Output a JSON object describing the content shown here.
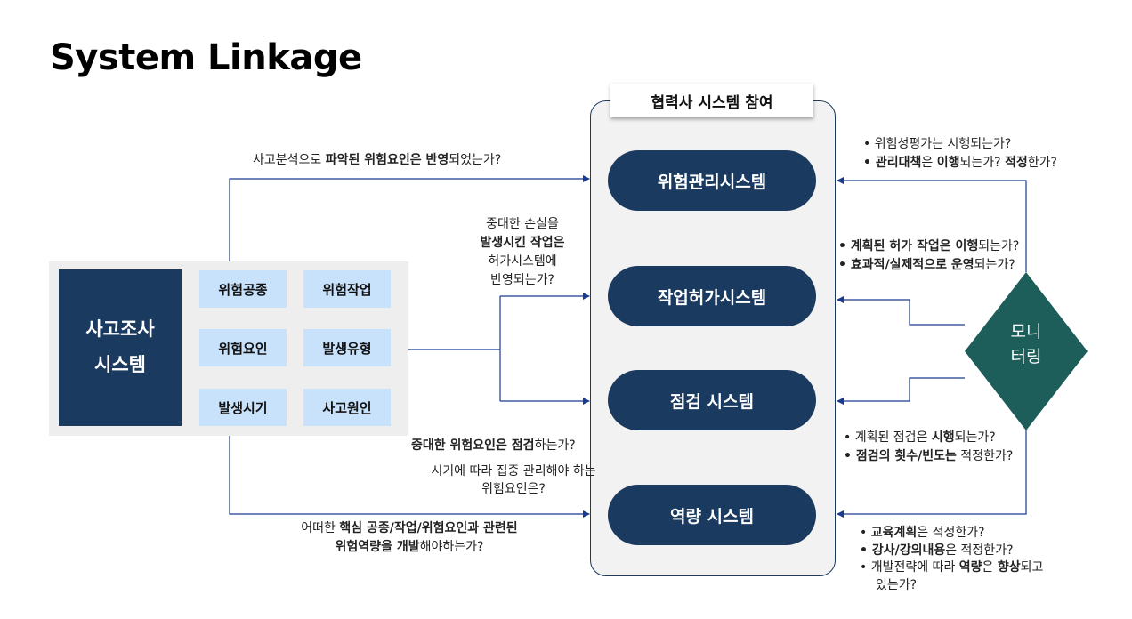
{
  "title": "System Linkage",
  "left_panel": {
    "system_line1": "사고조사",
    "system_line2": "시스템",
    "factors": [
      "위험공종",
      "위험작업",
      "위험요인",
      "발생유형",
      "발생시기",
      "사고원인"
    ]
  },
  "center_panel": {
    "label": "협력사 시스템 참여",
    "systems": [
      "위험관리시스템",
      "작업허가시스템",
      "점검 시스템",
      "역량 시스템"
    ]
  },
  "monitoring": {
    "line1": "모니",
    "line2": "터링"
  },
  "left_notes": {
    "risk": {
      "pre": "사고분석으로 ",
      "bold": "파악된 위험요인은 반영",
      "post": "되었는가?"
    },
    "permit": {
      "line1": "중대한 손실을",
      "line2": "발생시킨 작업은",
      "line3": "허가시스템에",
      "line4": "반영되는가?"
    },
    "inspection": {
      "bold": "중대한 위험요인은 점검",
      "post": "하는가?",
      "line2": "시기에 따라 집중 관리해야 하는",
      "line3": "위험요인은?"
    },
    "competency": {
      "pre": "어떠한 ",
      "bold1": "핵심 공종/작업/위험요인과 관련된",
      "bold2": "위험역량을 개발",
      "post": "해야하는가?"
    }
  },
  "right_notes": {
    "risk": {
      "b1": "• 위험성평가는 시행되는가?",
      "b2_bold1": "• 관리대책",
      "b2_mid1": "은 ",
      "b2_bold2": "이행",
      "b2_mid2": "되는가? ",
      "b2_bold3": "적정",
      "b2_post": "한가?"
    },
    "permit": {
      "b1_bold": "• 계획된 허가 작업은 이행",
      "b1_post": "되는가?",
      "b2_bold": "• 효과적/실제적으로 운영",
      "b2_post": "되는가?"
    },
    "inspection": {
      "b1_pre": "• 계획된 점검은 ",
      "b1_bold": "시행",
      "b1_post": "되는가?",
      "b2_bold": "• 점검의 횟수/빈도는",
      "b2_post": " 적정한가?"
    },
    "competency": {
      "b1_pre": "• ",
      "b1_bold": "교육계획",
      "b1_post": "은 적정한가?",
      "b2_bold": "• 강사/강의내용",
      "b2_post": "은 적정한가?",
      "b3_pre": "• 개발전략에 따라 ",
      "b3_bold1": "역량",
      "b3_mid": "은 ",
      "b3_bold2": "향상",
      "b3_post": "되고",
      "b3_line2": "있는가?"
    }
  },
  "colors": {
    "navy": "#1a3a5f",
    "factor_box": "#c9e2fb",
    "monitoring": "#1d5e5a",
    "arrow": "#1a3a8f"
  }
}
